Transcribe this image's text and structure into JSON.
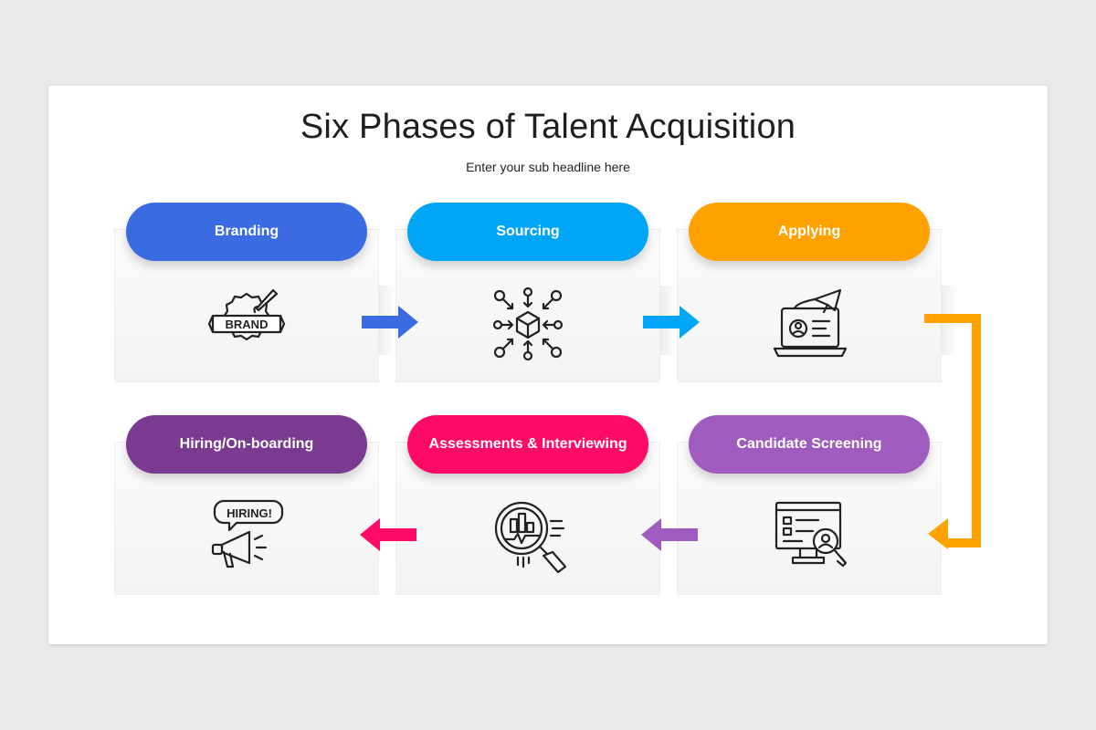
{
  "title": "Six Phases of Talent Acquisition",
  "subtitle": "Enter your sub headline here",
  "phases": [
    {
      "label": "Branding",
      "color": "#3a6be0",
      "icon": "brand-badge-icon",
      "badge_text": "BRAND"
    },
    {
      "label": "Sourcing",
      "color": "#00a6f5",
      "icon": "sourcing-network-icon"
    },
    {
      "label": "Applying",
      "color": "#ffa200",
      "icon": "laptop-application-icon"
    },
    {
      "label": "Candidate Screening",
      "color": "#a05bbf",
      "icon": "screening-monitor-icon"
    },
    {
      "label": "Assessments & Interviewing",
      "color": "#ff0a66",
      "icon": "magnifier-chart-icon"
    },
    {
      "label": "Hiring/On-boarding",
      "color": "#7a3a8f",
      "icon": "megaphone-hiring-icon",
      "bubble_text": "HIRING!"
    }
  ],
  "colors": {
    "arrow_1_2": "#3a6be0",
    "arrow_2_3": "#00a6f5",
    "arrow_3_4": "#ffa200",
    "arrow_4_5": "#a05bbf",
    "arrow_5_6": "#ff0a66"
  }
}
